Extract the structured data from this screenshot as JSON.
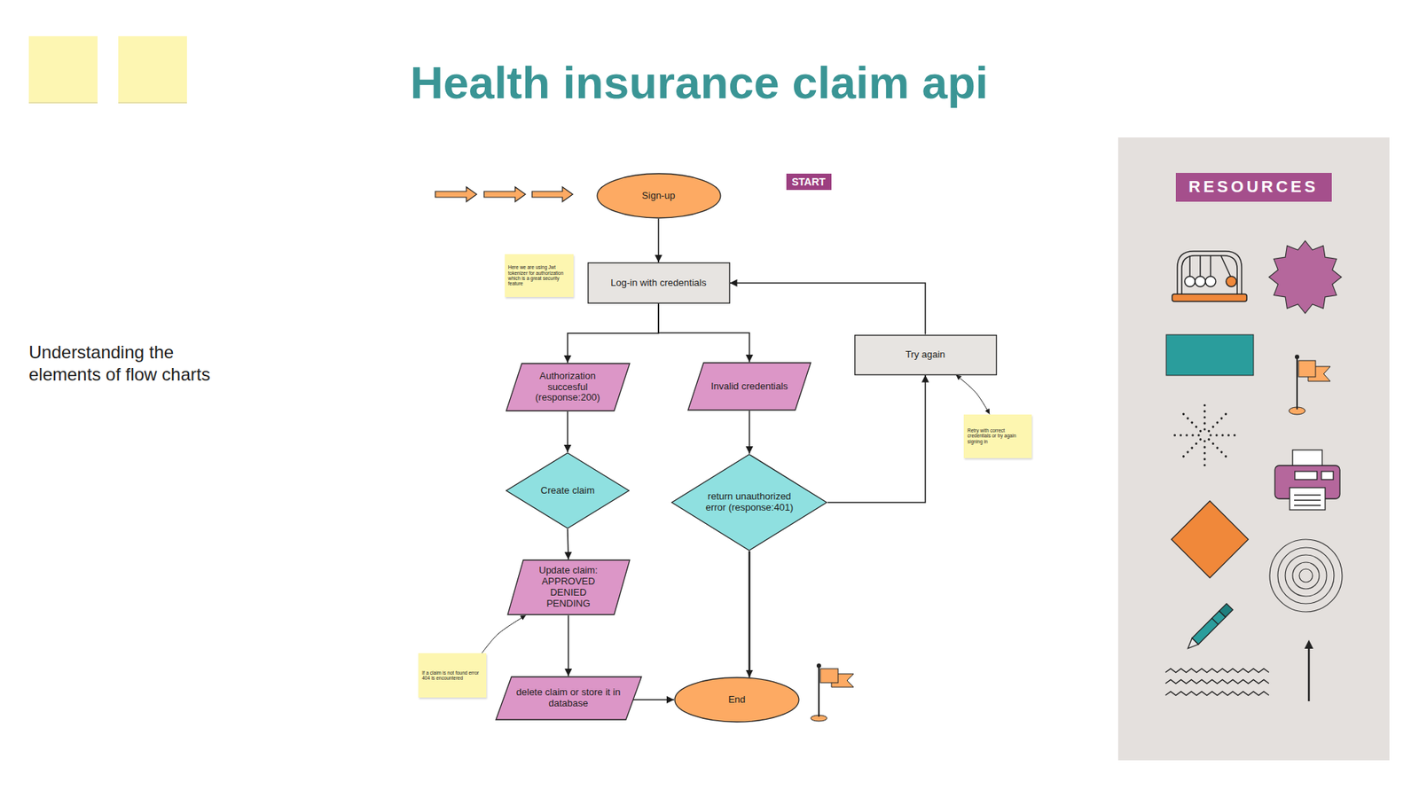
{
  "diagram": {
    "title": "Health insurance claim api",
    "nodes": [
      {
        "text": [
          "Sign-up"
        ]
      },
      {
        "text": [
          "START"
        ]
      },
      {
        "text": [
          "Here we are using Jwt tokenizer for authorization which is a great security feature"
        ]
      },
      {
        "text": [
          "Log-in with credentials"
        ]
      },
      {
        "text": [
          "Authorization succesful (response:200)"
        ]
      },
      {
        "text": [
          "Invalid credentials"
        ]
      },
      {
        "text": [
          "Try again"
        ]
      },
      {
        "text": [
          "Retry with correct credentials or try again signing in"
        ]
      },
      {
        "text": [
          "Create claim"
        ]
      },
      {
        "text": [
          "return unauthorized error (response:401)"
        ]
      },
      {
        "text": [
          "Update claim: APPROVED DENIED PENDING"
        ]
      },
      {
        "text": [
          "If a claim is not found error 404 is encountered"
        ]
      },
      {
        "text": [
          "delete claim or store it in database"
        ]
      },
      {
        "text": [
          "End"
        ]
      },
      {
        "text": [
          "RESOURCES"
        ]
      }
    ],
    "edges": [
      {
        "from": 0,
        "to": 3,
        "arrow": "to"
      },
      {
        "from": 3,
        "to": 4,
        "arrow": "to"
      },
      {
        "from": 3,
        "to": 5,
        "arrow": "to"
      },
      {
        "from": 4,
        "to": 8,
        "arrow": "to"
      },
      {
        "from": 8,
        "to": 10,
        "arrow": "to"
      },
      {
        "from": 10,
        "to": 12,
        "arrow": "to"
      },
      {
        "from": 12,
        "to": 13,
        "arrow": "to"
      },
      {
        "from": 5,
        "to": 9,
        "arrow": "to"
      },
      {
        "from": 9,
        "to": 13,
        "arrow": "to"
      },
      {
        "from": 9,
        "to": 6,
        "arrow": "to"
      },
      {
        "from": 6,
        "to": 3,
        "arrow": "to"
      },
      {
        "from": 11,
        "to": 10,
        "arrow": "to"
      },
      {
        "from": 6,
        "to": 7,
        "arrow": "both"
      }
    ],
    "labels": [
      "Understanding the elements of flow charts"
    ]
  }
}
